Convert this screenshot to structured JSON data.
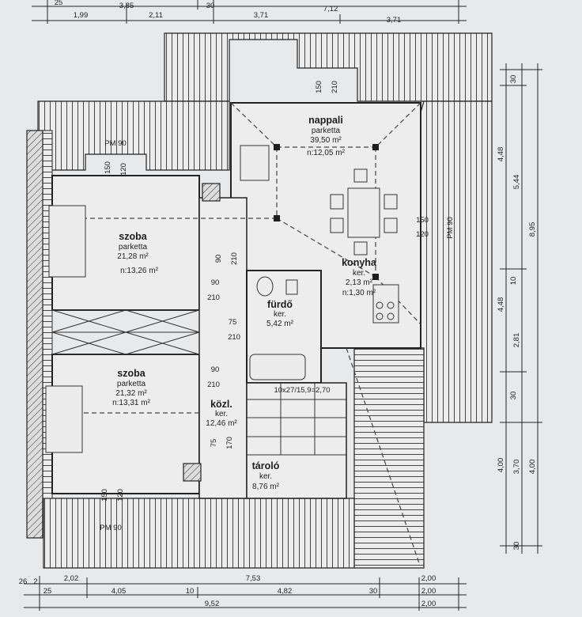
{
  "rooms": {
    "nappali": {
      "name": "nappali",
      "floor": "parketta",
      "area": "39,50 m²",
      "net": "n:12,05 m²"
    },
    "szoba1": {
      "name": "szoba",
      "floor": "parketta",
      "area": "21,28 m²",
      "net": "n:13,26 m²"
    },
    "szoba2": {
      "name": "szoba",
      "floor": "parketta",
      "area": "21,32 m²",
      "net": "n:13,31 m²"
    },
    "konyha": {
      "name": "konyha",
      "floor": "ker.",
      "area": "2,13 m²",
      "net": "n:1,30 m²"
    },
    "furdo": {
      "name": "fürdő",
      "floor": "ker.",
      "area": "5,42 m²"
    },
    "kozl": {
      "name": "közl.",
      "floor": "ker.",
      "area": "12,46 m²"
    },
    "tarolo": {
      "name": "tároló",
      "floor": "ker.",
      "area": "8,76 m²"
    }
  },
  "windows": {
    "w_top_left": {
      "code": "PM 90",
      "w": "150",
      "h": "120"
    },
    "w_top_nappali": {
      "w": "150",
      "h": "210"
    },
    "w_right": {
      "code": "PM 90",
      "w": "150",
      "h": "120"
    },
    "w_bottom_left": {
      "code": "PM 90",
      "w": "150",
      "h": "120"
    }
  },
  "doors": {
    "d1": {
      "w": "90",
      "h": "210"
    },
    "d2": {
      "w": "90",
      "h": "210"
    },
    "d3": {
      "w": "75",
      "h": "210"
    },
    "d4": {
      "w": "90",
      "h": "210"
    },
    "d5": {
      "w": "75",
      "h": "170"
    }
  },
  "stairs": {
    "label": "10x27/15,9=2,70"
  },
  "dims_top": {
    "row1": [
      "25",
      "3,85",
      "30",
      "7,12"
    ],
    "row2": [
      "1,99",
      "2,11",
      "3,71",
      "3,71"
    ]
  },
  "dims_bottom": {
    "row1": [
      "26",
      "2",
      "2,02",
      "7,53",
      "2,00"
    ],
    "row2": [
      "25",
      "4,05",
      "10",
      "4,82",
      "30",
      "2,00"
    ],
    "row3": [
      "9,52",
      "2,00"
    ]
  },
  "dims_right": {
    "col1": [
      "30",
      "4,48",
      "10",
      "4,48",
      "30",
      "4,00",
      "30"
    ],
    "col2": [
      "5,44",
      "2,81",
      "3,70"
    ],
    "col3": [
      "8,95",
      "4,00"
    ]
  }
}
